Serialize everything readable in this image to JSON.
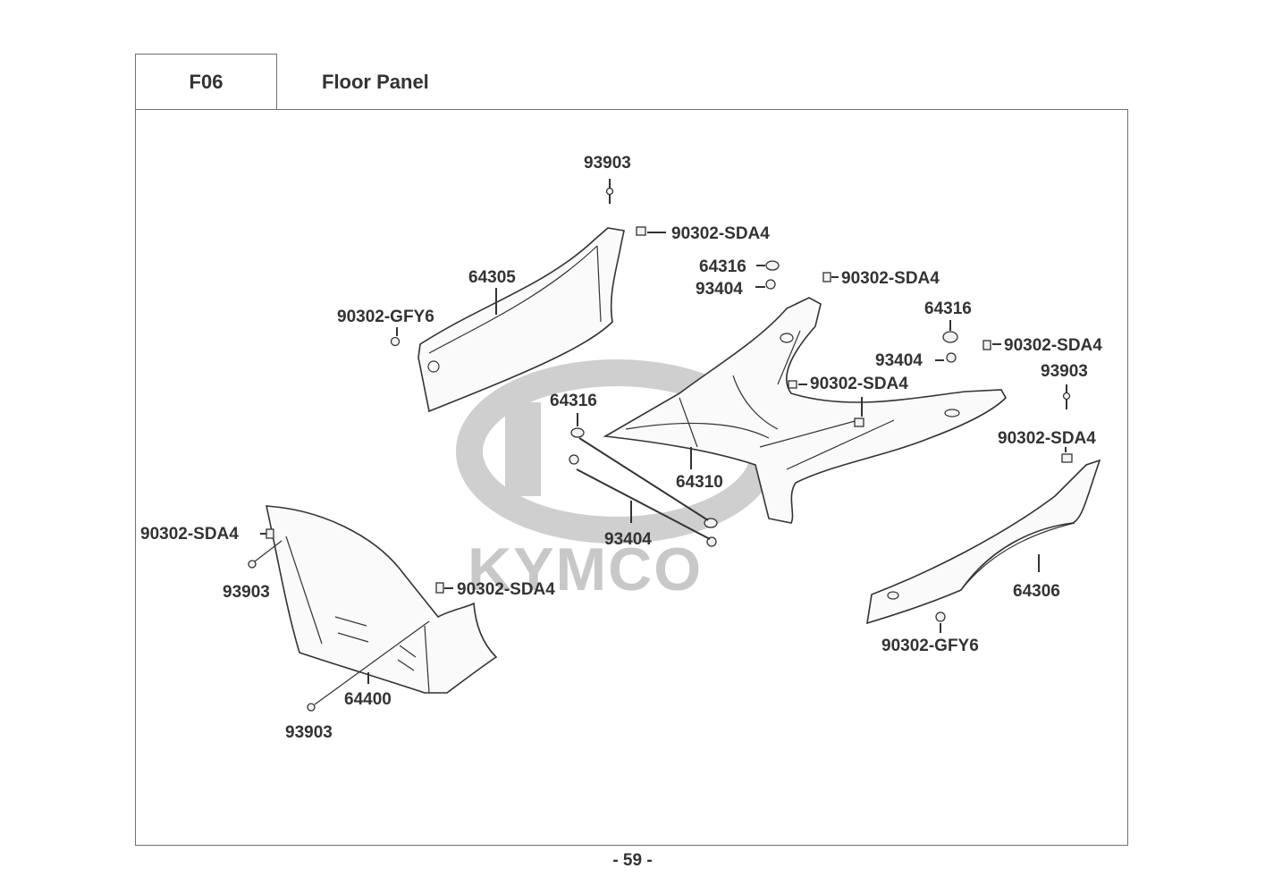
{
  "header": {
    "section_code": "F06",
    "section_title": "Floor Panel"
  },
  "diagram": {
    "watermark": {
      "brand_text": "KYMCO",
      "logo_letter": "K",
      "color": "#c8c8c8"
    },
    "callouts": [
      {
        "id": "c1",
        "label": "93903"
      },
      {
        "id": "c2",
        "label": "90302-SDA4"
      },
      {
        "id": "c3",
        "label": "64305"
      },
      {
        "id": "c4",
        "label": "90302-GFY6"
      },
      {
        "id": "c5",
        "label": "64316"
      },
      {
        "id": "c6",
        "label": "93404"
      },
      {
        "id": "c7",
        "label": "90302-SDA4"
      },
      {
        "id": "c8",
        "label": "64316"
      },
      {
        "id": "c9",
        "label": "90302-SDA4"
      },
      {
        "id": "c10",
        "label": "93404"
      },
      {
        "id": "c11",
        "label": "93903"
      },
      {
        "id": "c12",
        "label": "90302-SDA4"
      },
      {
        "id": "c13",
        "label": "64316"
      },
      {
        "id": "c14",
        "label": "90302-SDA4"
      },
      {
        "id": "c15",
        "label": "64310"
      },
      {
        "id": "c16",
        "label": "93404"
      },
      {
        "id": "c17",
        "label": "64306"
      },
      {
        "id": "c18",
        "label": "90302-GFY6"
      },
      {
        "id": "c19",
        "label": "90302-SDA4"
      },
      {
        "id": "c20",
        "label": "93903"
      },
      {
        "id": "c21",
        "label": "90302-SDA4"
      },
      {
        "id": "c22",
        "label": "64400"
      },
      {
        "id": "c23",
        "label": "93903"
      }
    ]
  },
  "footer": {
    "page_number": "- 59 -"
  }
}
